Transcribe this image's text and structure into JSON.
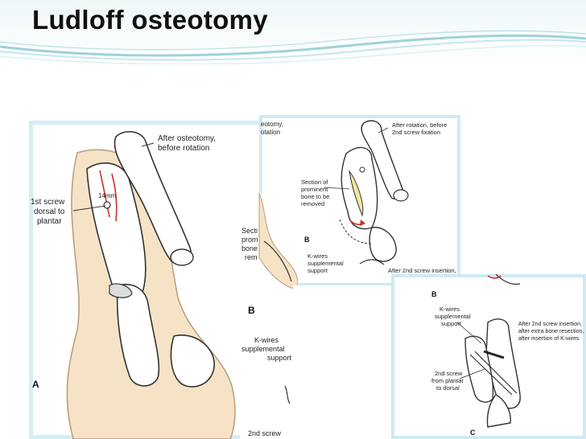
{
  "slide": {
    "title": "Ludloff osteotomy"
  },
  "panel_a": {
    "letter": "A",
    "label_after_osteotomy_1": "After osteotomy,",
    "label_after_osteotomy_2": "before rotation",
    "label_first_screw_1": "1st screw",
    "label_first_screw_2": "dorsal to",
    "label_first_screw_3": "plantar",
    "measure": "14mm"
  },
  "panel_b_top": {
    "letter": "B",
    "fragment_top_1": "eotomy,",
    "fragment_top_2": "otation",
    "label_after_rotation_1": "After rotation, before",
    "label_after_rotation_2": "2nd screw fixation",
    "label_section_1": "Section of",
    "label_section_2": "prominent",
    "label_section_3": "bone to be",
    "label_section_4": "removed",
    "label_kwires_1": "K-wires",
    "label_kwires_2": "supplemental",
    "label_kwires_3": "support",
    "label_after_second": "After 2nd screw insertion,"
  },
  "panel_b_left_fragment": {
    "sect_1": "Secti",
    "sect_2": "prom",
    "sect_3": "bone",
    "sect_4": "rem",
    "letter": "B",
    "kw_1": "K-wires",
    "kw_2": "supplemental",
    "kw_3": "support",
    "second_screw": "2nd screw"
  },
  "panel_c": {
    "letter_b": "B",
    "letter_c": "C",
    "label_kwires_1": "K-wires",
    "label_kwires_2": "supplemental",
    "label_kwires_3": "support",
    "label_after_second_1": "After 2nd screw insertion,",
    "label_after_second_2": "after extra bone resection,",
    "label_after_second_3": "after insertion of K-wires",
    "label_second_screw_1": "2nd screw",
    "label_second_screw_2": "from plantar",
    "label_second_screw_3": "to dorsal"
  },
  "colors": {
    "header_teal": "#a8d8df",
    "glow_blue": "#bfe6f2",
    "skin_tan": "#f6e3c6",
    "resection_yellow": "#f3e6a0",
    "arrow_red": "#d0302a",
    "line": "#333333"
  }
}
